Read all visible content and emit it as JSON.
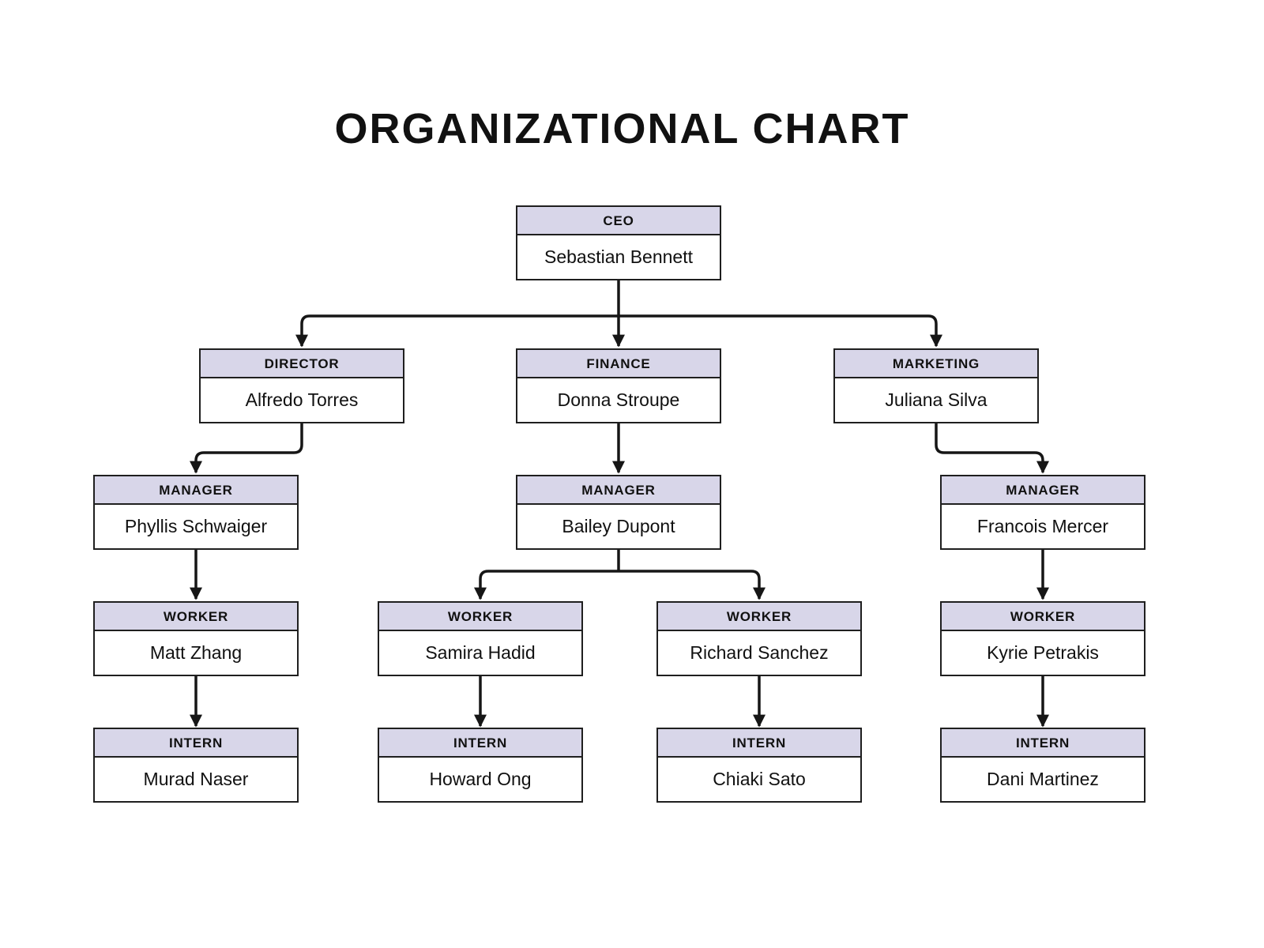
{
  "title": "ORGANIZATIONAL CHART",
  "colors": {
    "header_bg": "#d8d6e9",
    "body_bg": "#ffffff",
    "border": "#1f1f1f",
    "connector": "#161616",
    "text": "#111111",
    "page_bg": "#ffffff"
  },
  "nodes": {
    "ceo": {
      "role": "CEO",
      "name": "Sebastian Bennett"
    },
    "director": {
      "role": "DIRECTOR",
      "name": "Alfredo Torres"
    },
    "finance": {
      "role": "FINANCE",
      "name": "Donna Stroupe"
    },
    "marketing": {
      "role": "MARKETING",
      "name": "Juliana Silva"
    },
    "manager_a": {
      "role": "MANAGER",
      "name": "Phyllis Schwaiger"
    },
    "manager_b": {
      "role": "MANAGER",
      "name": "Bailey Dupont"
    },
    "manager_c": {
      "role": "MANAGER",
      "name": "Francois Mercer"
    },
    "worker_a": {
      "role": "WORKER",
      "name": "Matt Zhang"
    },
    "worker_b1": {
      "role": "WORKER",
      "name": "Samira Hadid"
    },
    "worker_b2": {
      "role": "WORKER",
      "name": "Richard Sanchez"
    },
    "worker_c": {
      "role": "WORKER",
      "name": "Kyrie Petrakis"
    },
    "intern_a": {
      "role": "INTERN",
      "name": "Murad Naser"
    },
    "intern_b1": {
      "role": "INTERN",
      "name": "Howard Ong"
    },
    "intern_b2": {
      "role": "INTERN",
      "name": "Chiaki Sato"
    },
    "intern_c": {
      "role": "INTERN",
      "name": "Dani Martinez"
    }
  },
  "edges": [
    {
      "from": "ceo",
      "to": "director"
    },
    {
      "from": "ceo",
      "to": "finance"
    },
    {
      "from": "ceo",
      "to": "marketing"
    },
    {
      "from": "director",
      "to": "manager_a"
    },
    {
      "from": "finance",
      "to": "manager_b"
    },
    {
      "from": "marketing",
      "to": "manager_c"
    },
    {
      "from": "manager_a",
      "to": "worker_a"
    },
    {
      "from": "manager_b",
      "to": "worker_b1"
    },
    {
      "from": "manager_b",
      "to": "worker_b2"
    },
    {
      "from": "manager_c",
      "to": "worker_c"
    },
    {
      "from": "worker_a",
      "to": "intern_a"
    },
    {
      "from": "worker_b1",
      "to": "intern_b1"
    },
    {
      "from": "worker_b2",
      "to": "intern_b2"
    },
    {
      "from": "worker_c",
      "to": "intern_c"
    }
  ]
}
